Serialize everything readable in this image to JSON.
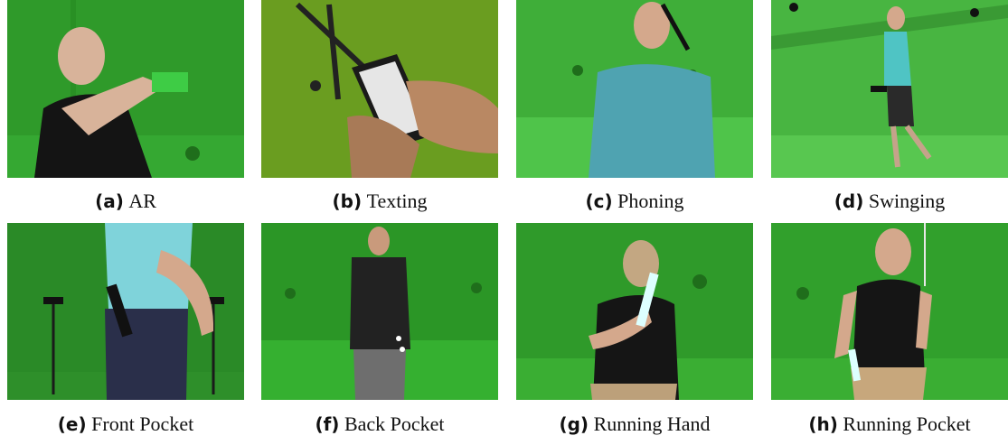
{
  "figures": [
    {
      "tag": "(a)",
      "title": "AR",
      "scene": "person-holding-phone-landscape-ar",
      "ground": "#35a832",
      "wall": "#2f9a2a"
    },
    {
      "tag": "(b)",
      "title": "Texting",
      "scene": "close-up-hands-texting-on-phone-with-marker-rig",
      "ground": "#6a9d20",
      "wall": "#6a9d20"
    },
    {
      "tag": "(c)",
      "title": "Phoning",
      "scene": "person-from-behind-phone-at-ear",
      "ground": "#4fc44a",
      "wall": "#3fae39"
    },
    {
      "tag": "(d)",
      "title": "Swinging",
      "scene": "person-walking-phone-in-swinging-hand",
      "ground": "#58c750",
      "wall": "#48b541"
    },
    {
      "tag": "(e)",
      "title": "Front Pocket",
      "scene": "side-view-phone-in-front-trouser-pocket",
      "ground": "#2e8f2a",
      "wall": "#2a8a27"
    },
    {
      "tag": "(f)",
      "title": "Back Pocket",
      "scene": "person-from-behind-phone-in-back-pocket",
      "ground": "#35b030",
      "wall": "#2b9626"
    },
    {
      "tag": "(g)",
      "title": "Running Hand",
      "scene": "person-running-holding-phone",
      "ground": "#3aae33",
      "wall": "#2f9a2a"
    },
    {
      "tag": "(h)",
      "title": "Running Pocket",
      "scene": "person-running-phone-in-pocket",
      "ground": "#3aae33",
      "wall": "#31a02c"
    }
  ]
}
